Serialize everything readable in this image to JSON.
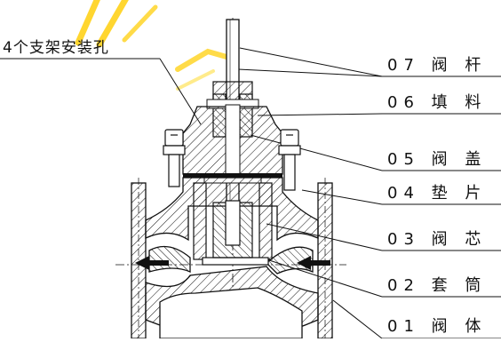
{
  "watermark_color": "#ffd000",
  "left_label": "4个支架安装孔",
  "parts": [
    {
      "label": "07 阀  杆"
    },
    {
      "label": "06 填  料"
    },
    {
      "label": "05 阀  盖"
    },
    {
      "label": "04 垫  片"
    },
    {
      "label": "03 阀  芯"
    },
    {
      "label": "02 套  筒"
    },
    {
      "label": "01 阀  体"
    }
  ]
}
